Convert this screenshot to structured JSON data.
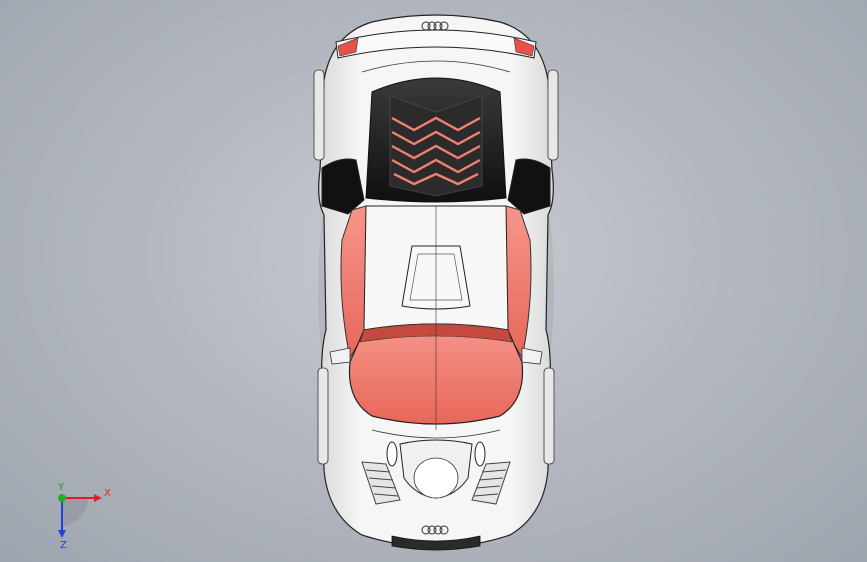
{
  "viewport": {
    "background_top": "#c8ccd3",
    "background_bottom": "#9fa5ae"
  },
  "model": {
    "body_color": "#f4f4f4",
    "glass_color": "#f4877a",
    "vent_color": "#1c1c1c",
    "accent_color": "#e8514a"
  },
  "triad": {
    "x_label": "X",
    "y_label": "Y",
    "z_label": "Z",
    "x_color": "#e02020",
    "y_color": "#20b020",
    "z_color": "#2040e0"
  }
}
